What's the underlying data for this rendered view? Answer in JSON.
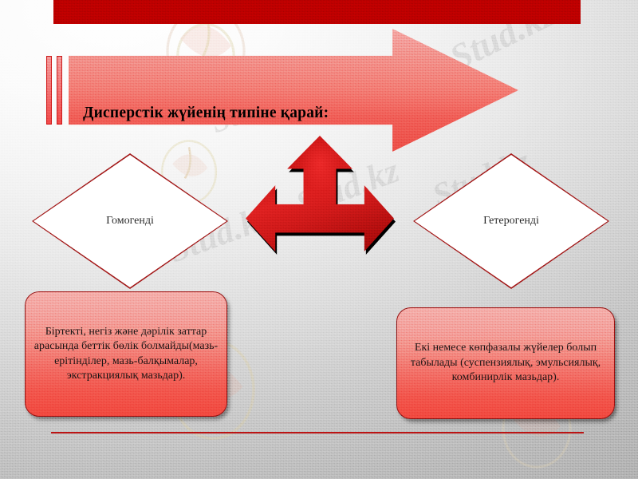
{
  "slide": {
    "title": "Дисперстік жүйенің типіне қарай:",
    "watermark_text": "Stud.kz",
    "watermark_text_long": "Stud.kz - Stud.kz",
    "colors": {
      "banner_red": "#ad0000",
      "arrow_light_red": "#f0726b",
      "arrow_dark_red": "#c21414",
      "diamond_border": "#8e1111",
      "diamond_fill": "#ffffff",
      "box_red": "#ee3d35",
      "rule_red": "#a71010",
      "text_black": "#111111"
    }
  },
  "branches": [
    {
      "id": "homogeneous",
      "diamond_label": "Гомогенді",
      "description": "Біртекті, негіз және дәрілік заттар арасында беттік бөлік болмайды(мазь-ерітінділер, мазь-балқымалар, экстракциялық мазьдар)."
    },
    {
      "id": "heterogeneous",
      "diamond_label": "Гетерогенді",
      "description": "Екі немесе көпфазалы жүйелер болып табылады (суспензиялық, эмульсиялық, комбинирлік мазьдар)."
    }
  ],
  "icons": {
    "title_arrow": "right-arrow-icon",
    "split_arrow": "three-way-arrow-icon",
    "flower": "flower-watermark-icon"
  }
}
